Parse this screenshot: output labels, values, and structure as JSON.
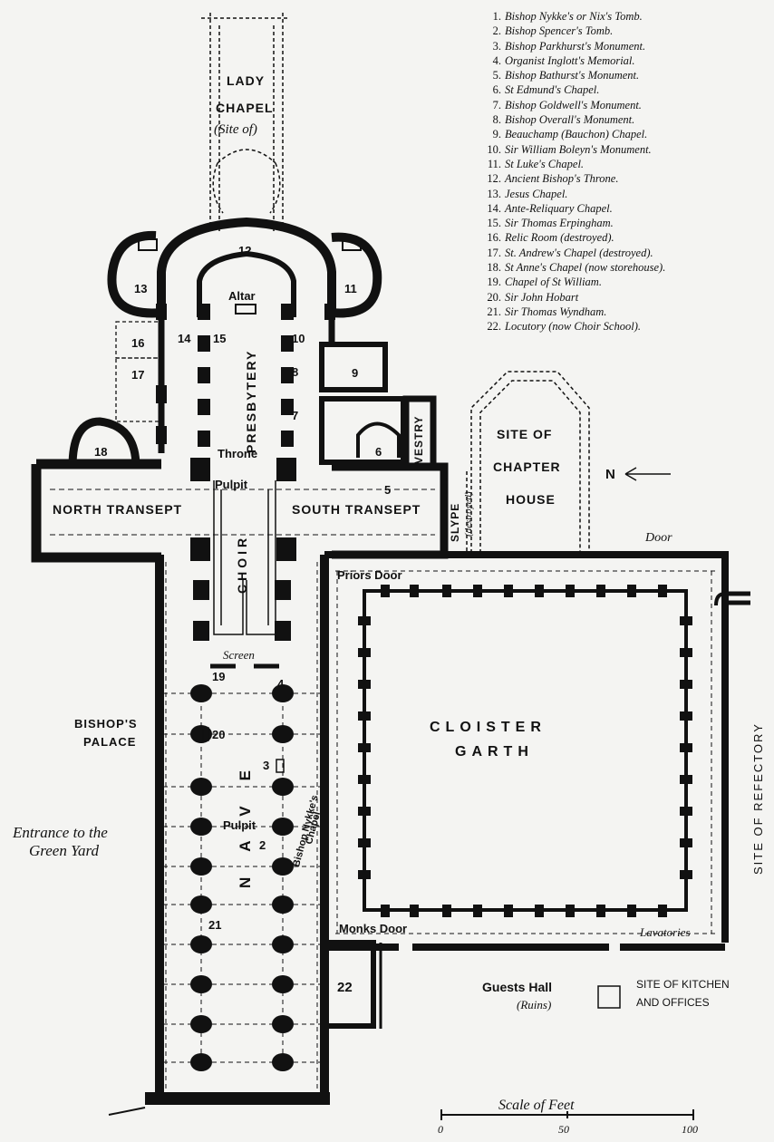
{
  "legend": [
    {
      "n": "1.",
      "text": "Bishop Nykke's or Nix's Tomb."
    },
    {
      "n": "2.",
      "text": "Bishop Spencer's Tomb."
    },
    {
      "n": "3.",
      "text": "Bishop Parkhurst's Monument."
    },
    {
      "n": "4.",
      "text": "Organist Inglott's Memorial."
    },
    {
      "n": "5.",
      "text": "Bishop Bathurst's Monument."
    },
    {
      "n": "6.",
      "text": "St Edmund's Chapel."
    },
    {
      "n": "7.",
      "text": "Bishop Goldwell's Monument."
    },
    {
      "n": "8.",
      "text": "Bishop Overall's Monument."
    },
    {
      "n": "9.",
      "text": "Beauchamp (Bauchon) Chapel."
    },
    {
      "n": "10.",
      "text": "Sir William Boleyn's Monument."
    },
    {
      "n": "11.",
      "text": "St Luke's Chapel."
    },
    {
      "n": "12.",
      "text": "Ancient Bishop's Throne."
    },
    {
      "n": "13.",
      "text": "Jesus Chapel."
    },
    {
      "n": "14.",
      "text": "Ante-Reliquary Chapel."
    },
    {
      "n": "15.",
      "text": "Sir Thomas Erpingham."
    },
    {
      "n": "16.",
      "text": "Relic Room (destroyed)."
    },
    {
      "n": "17.",
      "text": "St. Andrew's Chapel (destroyed)."
    },
    {
      "n": "18.",
      "text": "St Anne's Chapel (now storehouse)."
    },
    {
      "n": "19.",
      "text": "Chapel of St William."
    },
    {
      "n": "20.",
      "text": "Sir John Hobart"
    },
    {
      "n": "21.",
      "text": "Sir Thomas Wyndham."
    },
    {
      "n": "22.",
      "text": "Locutory (now Choir School)."
    }
  ],
  "labels": {
    "lady": "LADY",
    "chapel": "CHAPEL",
    "site_of": "(Site of)",
    "altar": "Altar",
    "presbytery": "PRESBYTERY",
    "throne": "Throne",
    "pulpit_top": "Pulpit",
    "choir": "CHOIR",
    "north_transept": "NORTH TRANSEPT",
    "south_transept": "SOUTH TRANSEPT",
    "vestry": "VESTRY",
    "slype": "SLYPE",
    "destroyed": "(destroyed)",
    "site_of_chapter": "SITE OF",
    "chapter": "CHAPTER",
    "house": "HOUSE",
    "north_arrow": "N",
    "door": "Door",
    "priors_door": "Priors Door",
    "screen": "Screen",
    "bishops": "BISHOP'S",
    "palace": "PALACE",
    "cloister": "CLOISTER",
    "garth": "GARTH",
    "nave": "NAVE",
    "pulpit_nave": "Pulpit",
    "nykke_chapel_1": "Bishop Nykke's",
    "nykke_chapel_2": "Chapel",
    "entrance_1": "Entrance to the",
    "entrance_2": "Green Yard",
    "monks_door": "Monks Door",
    "lavatories": "Lavatories",
    "site_of_refectory": "SITE OF REFECTORY",
    "guests_hall": "Guests Hall",
    "ruins": "(Ruins)",
    "kitchen_1": "SITE OF KITCHEN",
    "kitchen_2": "AND OFFICES",
    "scale_title": "Scale of Feet",
    "scale_0": "0",
    "scale_50": "50",
    "scale_100": "100"
  },
  "markers": {
    "m2": "2",
    "m3": "3",
    "m4": "4",
    "m5": "5",
    "m6": "6",
    "m7": "7",
    "m8": "8",
    "m9": "9",
    "m10": "10",
    "m11": "11",
    "m12": "12",
    "m13": "13",
    "m14": "14",
    "m15": "15",
    "m16": "16",
    "m17": "17",
    "m18": "18",
    "m19": "19",
    "m20": "20",
    "m21": "21",
    "m22": "22"
  }
}
